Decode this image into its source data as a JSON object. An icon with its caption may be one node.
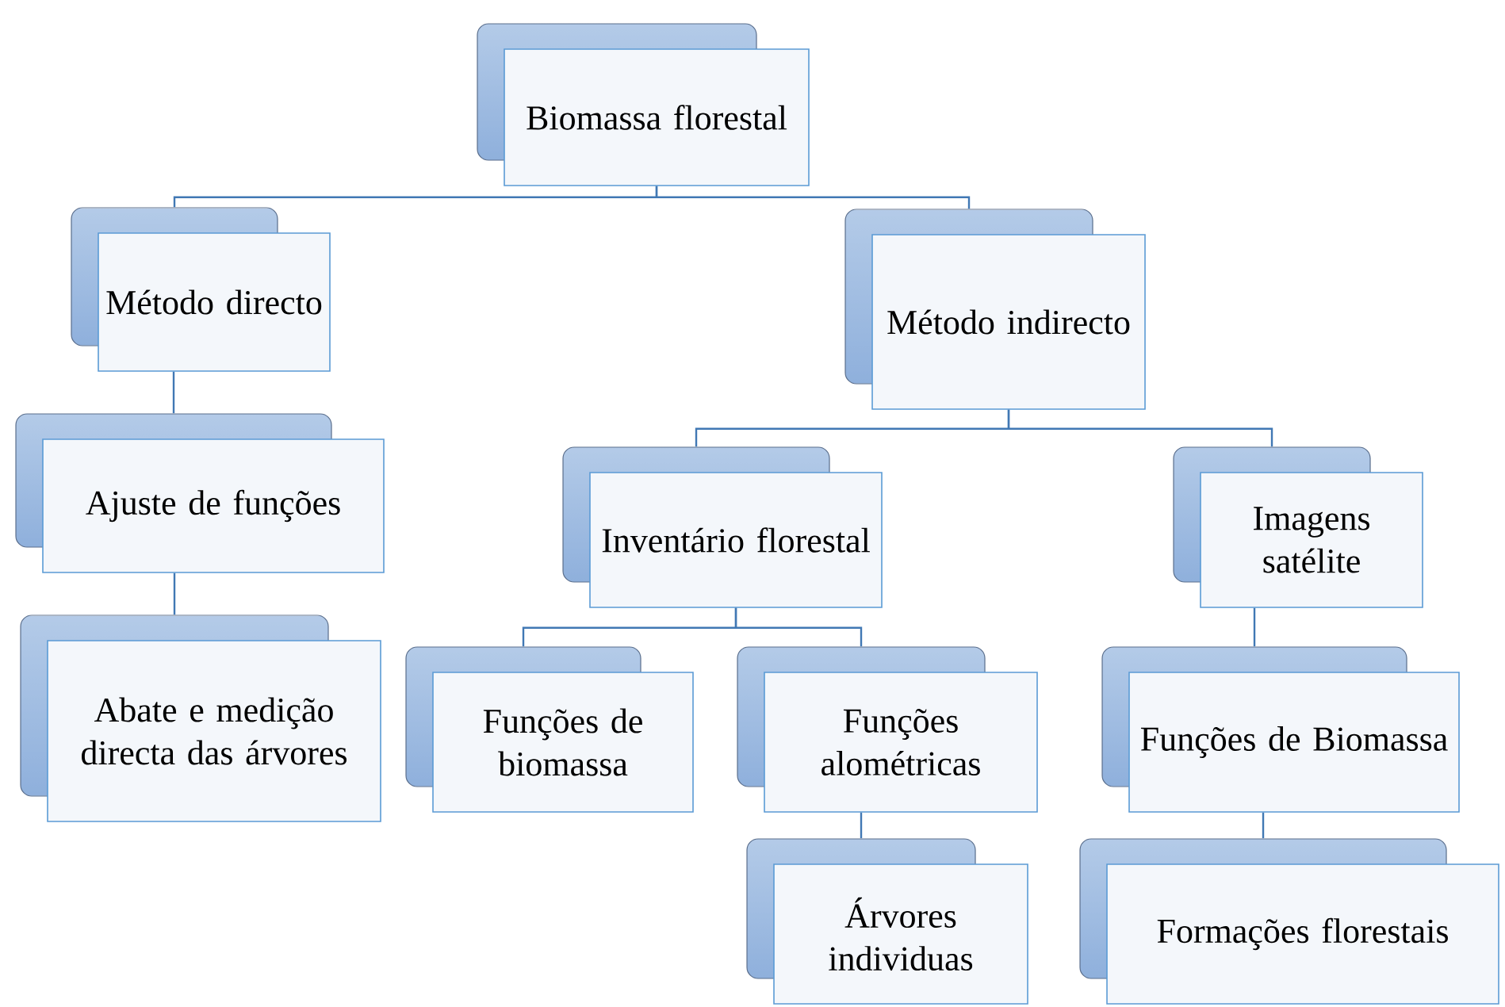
{
  "diagram": {
    "nodes": [
      {
        "text": [
          "Biomassa florestal"
        ]
      },
      {
        "text": [
          "Método directo"
        ]
      },
      {
        "text": [
          "Método indirecto"
        ]
      },
      {
        "text": [
          "Ajuste de funções"
        ]
      },
      {
        "text": [
          "Abate e medição directa das árvores"
        ]
      },
      {
        "text": [
          "Inventário florestal"
        ]
      },
      {
        "text": [
          "Imagens satélite"
        ]
      },
      {
        "text": [
          "Funções de biomassa"
        ]
      },
      {
        "text": [
          "Funções alométricas"
        ]
      },
      {
        "text": [
          "Funções de Biomassa"
        ]
      },
      {
        "text": [
          "Árvores individuas"
        ]
      },
      {
        "text": [
          "Formações florestais"
        ]
      }
    ],
    "edges": [
      {
        "from": 0,
        "to": 1,
        "arrow": "none"
      },
      {
        "from": 0,
        "to": 2,
        "arrow": "none"
      },
      {
        "from": 1,
        "to": 3,
        "arrow": "none"
      },
      {
        "from": 3,
        "to": 4,
        "arrow": "none"
      },
      {
        "from": 2,
        "to": 5,
        "arrow": "none"
      },
      {
        "from": 2,
        "to": 6,
        "arrow": "none"
      },
      {
        "from": 5,
        "to": 7,
        "arrow": "none"
      },
      {
        "from": 5,
        "to": 8,
        "arrow": "none"
      },
      {
        "from": 8,
        "to": 10,
        "arrow": "none"
      },
      {
        "from": 6,
        "to": 9,
        "arrow": "none"
      },
      {
        "from": 9,
        "to": 11,
        "arrow": "none"
      }
    ]
  }
}
